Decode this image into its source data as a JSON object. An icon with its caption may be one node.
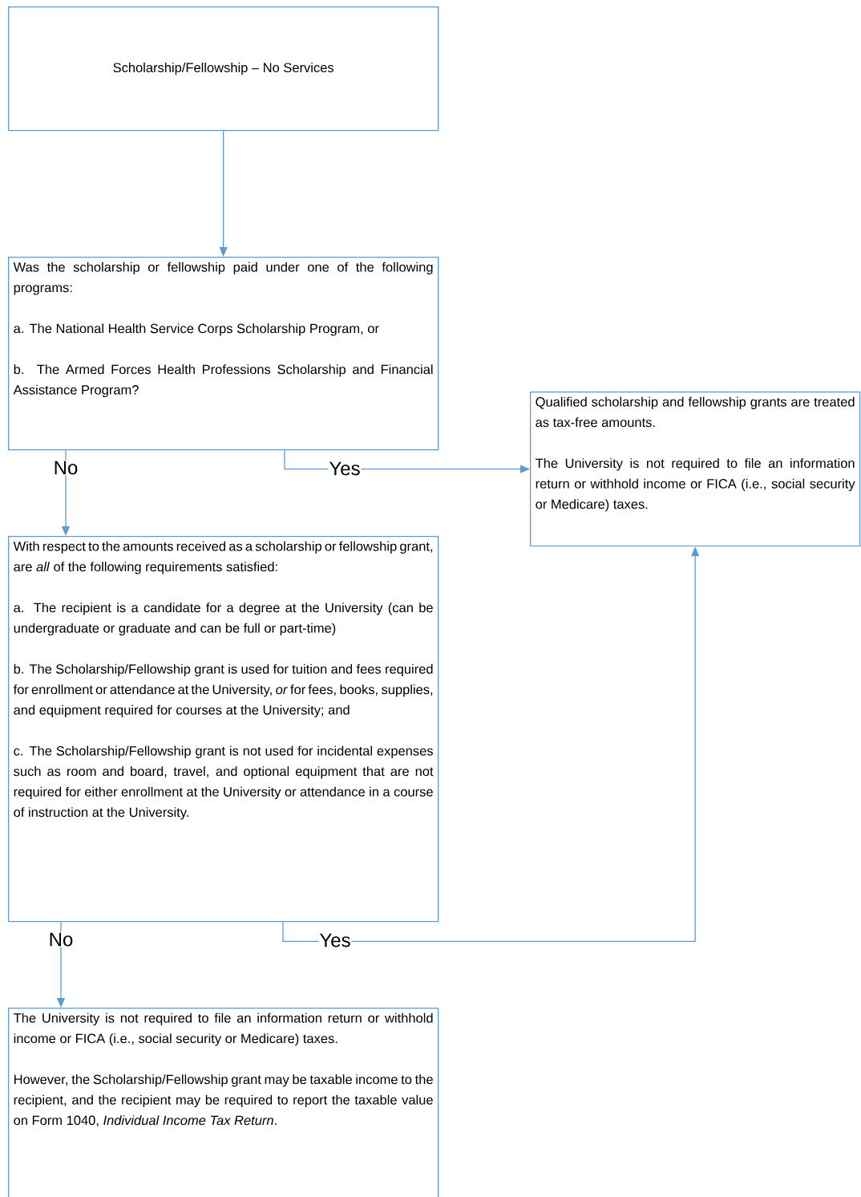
{
  "diagram": {
    "nodes": [
      {
        "text": [
          "Scholarship/Fellowship – No Services"
        ]
      },
      {
        "text": [
          "Was the scholarship or fellowship paid under one of the following programs:",
          "a. The National Health Service Corps Scholarship Program, or",
          "b. The Armed Forces Health Professions Scholarship and Financial Assistance Program?"
        ]
      },
      {
        "text": [
          "Qualified scholarship and fellowship grants are treated as tax-free amounts.",
          "The University is not required to file an information return or withhold income or FICA (i.e., social security or Medicare) taxes."
        ]
      },
      {
        "text": [
          "With respect to the amounts received as a scholarship or fellowship grant, are *all* of the following requirements satisfied:",
          "a. The recipient is a candidate for a degree at the University (can be undergraduate or graduate and can be full or part-time)",
          "b. The Scholarship/Fellowship grant is used for tuition and fees required for enrollment or attendance at the University, *or* for fees, books, supplies, and equipment required for courses at the University; and",
          "c. The Scholarship/Fellowship grant is not used for incidental expenses such as room and board, travel, and optional equipment that are not required for either enrollment at the University or attendance in a course of instruction at the University."
        ]
      },
      {
        "text": [
          "The University is not required to file an information return or withhold income or FICA (i.e., social security or Medicare) taxes.",
          "However, the Scholarship/Fellowship grant may be taxable income to the recipient, and the recipient may be required to report the taxable value on Form 1040, *Individual Income Tax Return*."
        ]
      }
    ],
    "edges": [
      {
        "from": 0,
        "to": 1,
        "arrow": "to"
      },
      {
        "from": 1,
        "to": 3,
        "arrow": "to",
        "label": "No"
      },
      {
        "from": 1,
        "to": 2,
        "arrow": "to",
        "label": "Yes"
      },
      {
        "from": 3,
        "to": 4,
        "arrow": "to",
        "label": "No"
      },
      {
        "from": 3,
        "to": 2,
        "arrow": "to",
        "label": "Yes"
      }
    ]
  }
}
